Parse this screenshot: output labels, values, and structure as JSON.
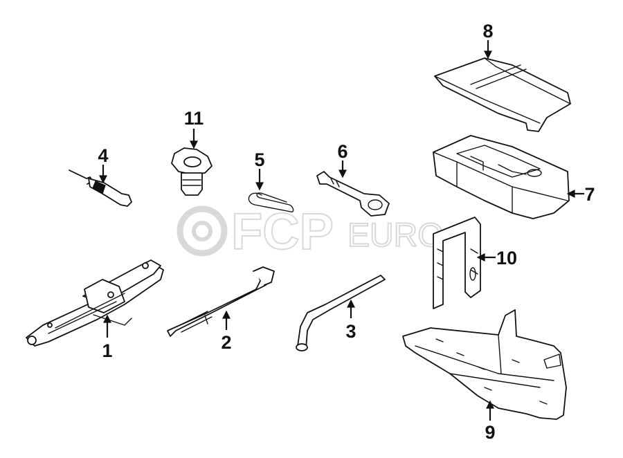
{
  "watermark": {
    "brand": "FCP",
    "suffix": "EURO"
  },
  "callouts": [
    {
      "id": "1",
      "label": "1"
    },
    {
      "id": "2",
      "label": "2"
    },
    {
      "id": "3",
      "label": "3"
    },
    {
      "id": "4",
      "label": "4"
    },
    {
      "id": "5",
      "label": "5"
    },
    {
      "id": "6",
      "label": "6"
    },
    {
      "id": "7",
      "label": "7"
    },
    {
      "id": "8",
      "label": "8"
    },
    {
      "id": "9",
      "label": "9"
    },
    {
      "id": "10",
      "label": "10"
    },
    {
      "id": "11",
      "label": "11"
    }
  ]
}
